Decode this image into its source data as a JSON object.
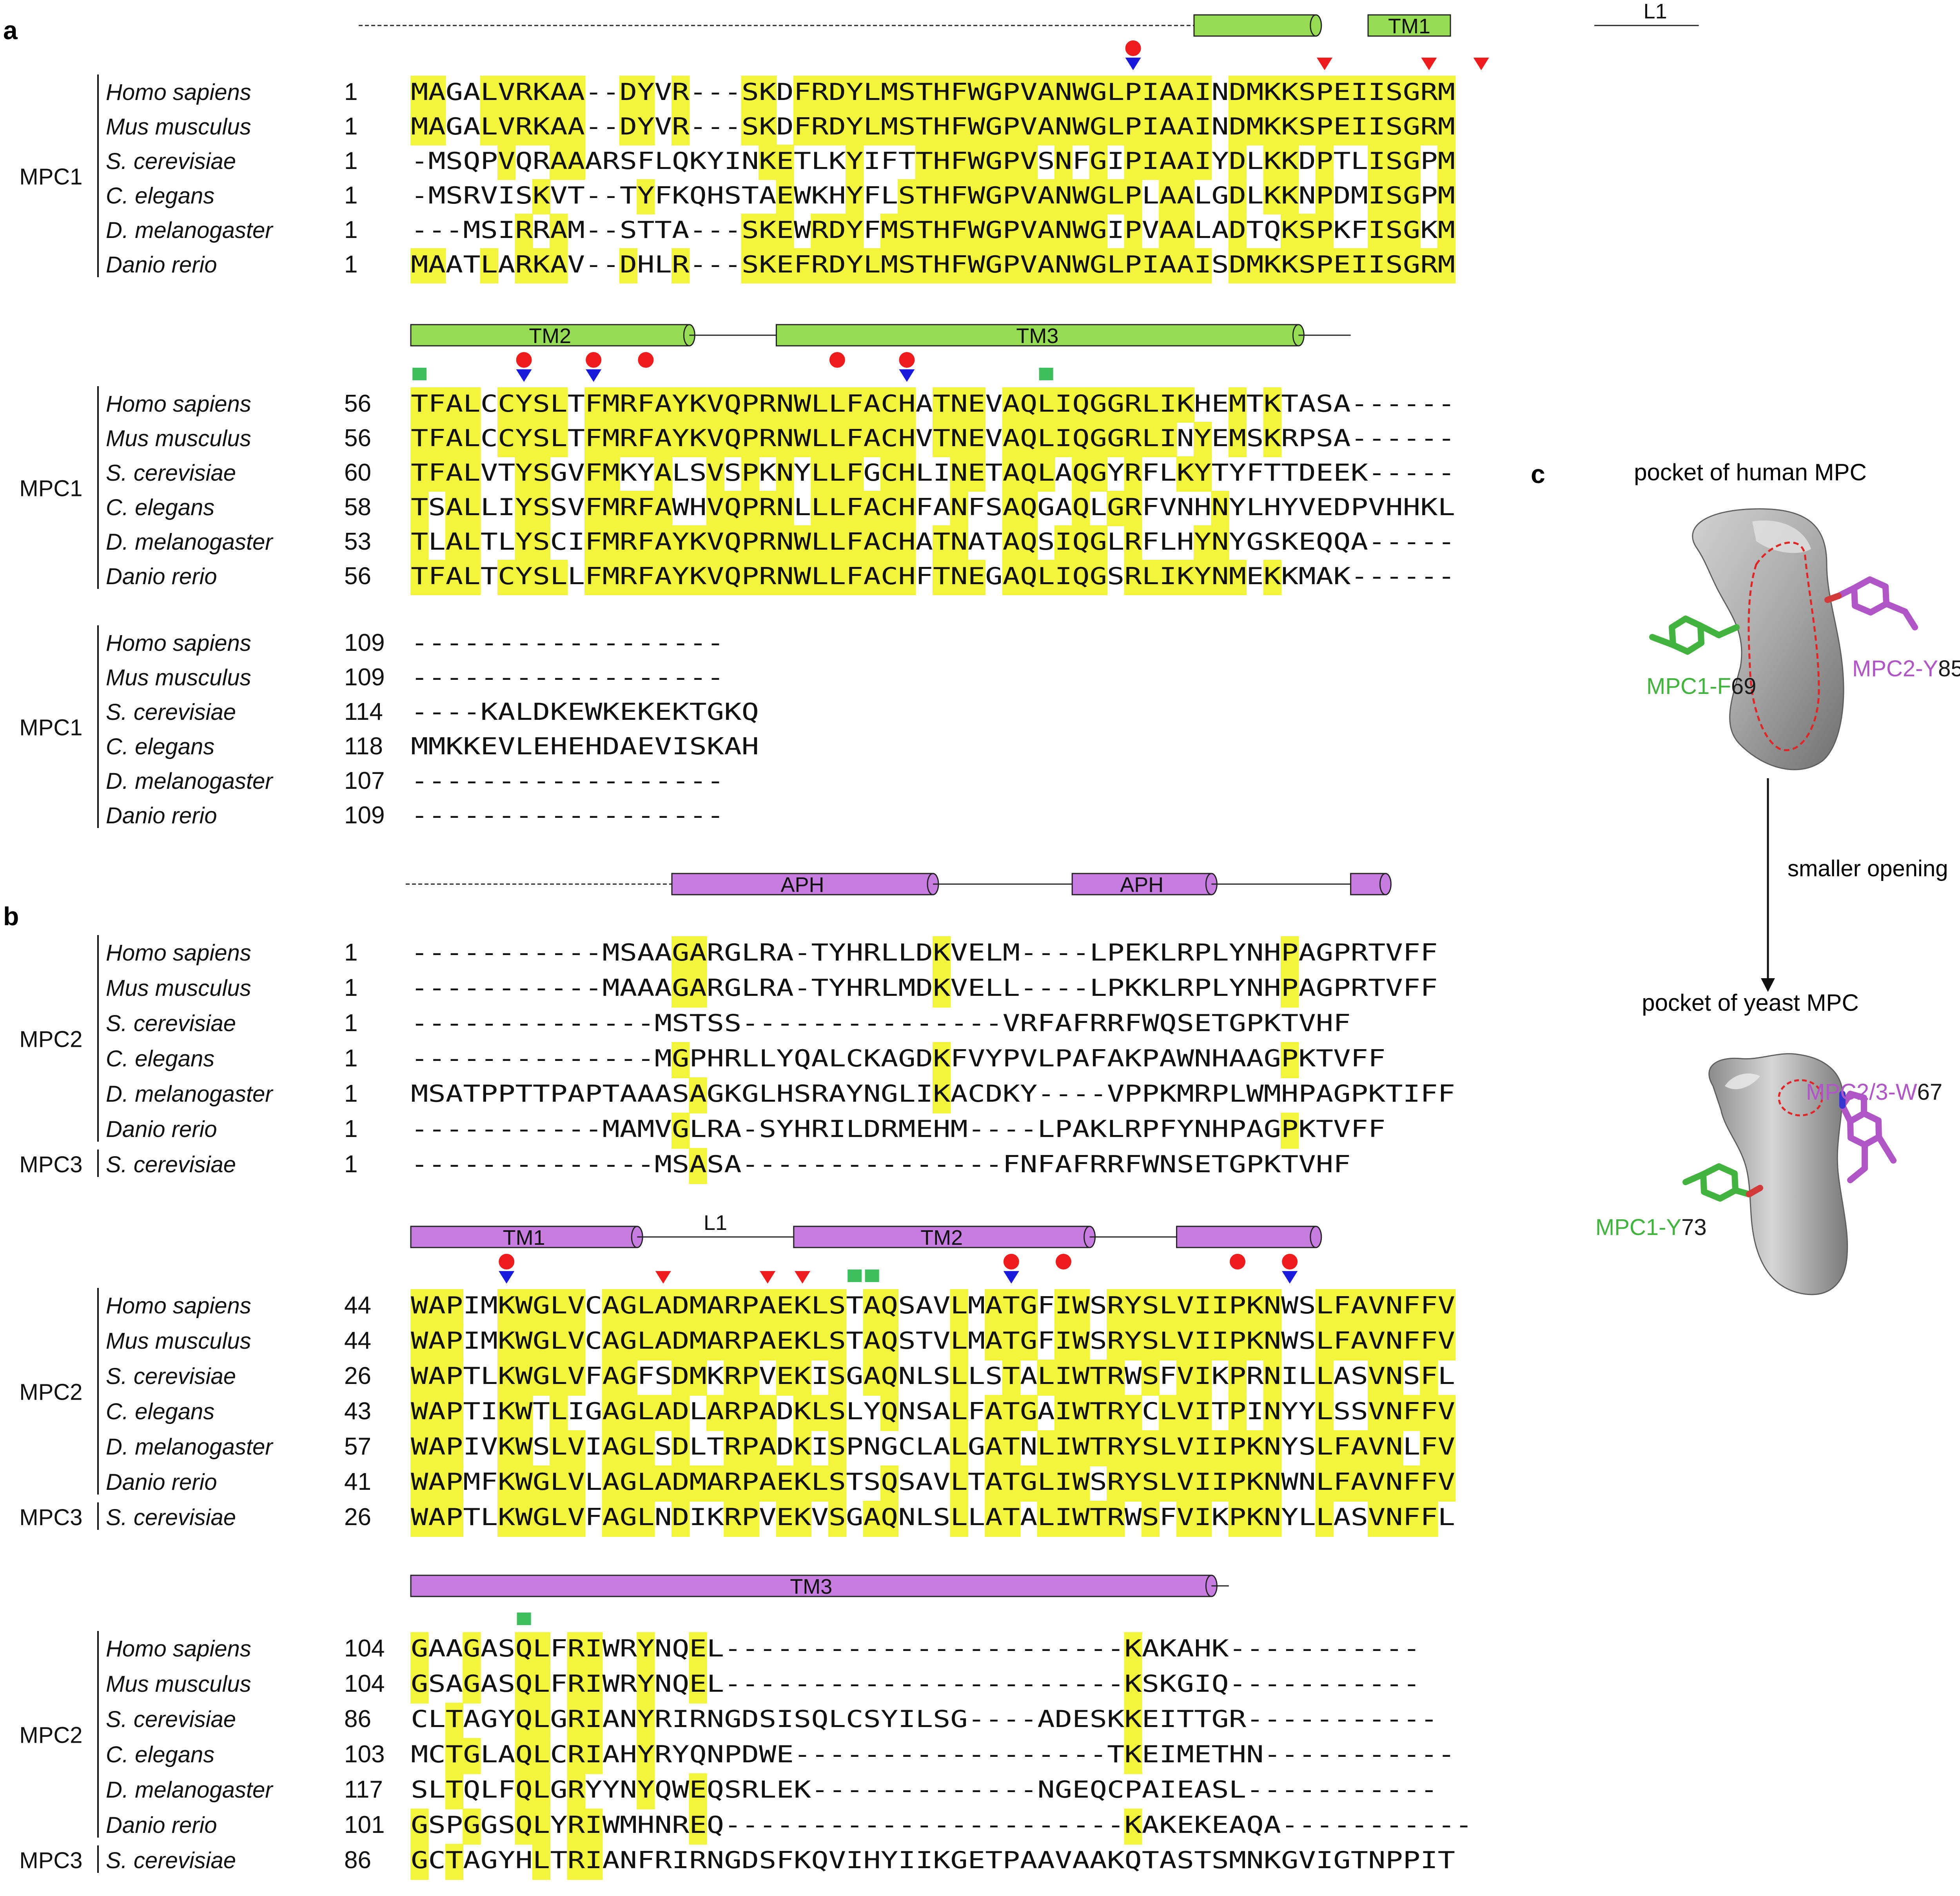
{
  "colors": {
    "highlight": "#f2f53c",
    "mpc1_helix": "#97dc55",
    "mpc2_helix": "#c77ce0",
    "red_mark": "#ee1c1c",
    "blue_mark": "#1a1adc",
    "green_mark": "#3fbf5c",
    "mpc1_residue": "#43b33f",
    "mpc2_residue": "#b055c6"
  },
  "panels": [
    {
      "label": "a",
      "blocks": [
        {
          "protein": "MPC1",
          "annotation": {
            "dashed_lead": true,
            "elements": [
              {
                "kind": "helix",
                "label": "",
                "start": 45,
                "end": 52
              },
              {
                "kind": "helix",
                "label": "TM1",
                "start": 55,
                "end": 68
              },
              {
                "kind": "line",
                "start": 68,
                "end": 74
              },
              {
                "kind": "label",
                "label": "L1",
                "pos": 71.5
              },
              {
                "kind": "helix",
                "label": "",
                "start": 74,
                "end": 76
              }
            ]
          },
          "markers": [
            {
              "col": 41,
              "type": "circle-red"
            },
            {
              "col": 41,
              "type": "tri-blue"
            },
            {
              "col": 52,
              "type": "tri-red"
            },
            {
              "col": 58,
              "type": "tri-red"
            },
            {
              "col": 61,
              "type": "tri-red"
            }
          ],
          "rows": [
            {
              "species": "Homo sapiens",
              "start": "1",
              "seq": "MAGALVRKAA--DYVR---SKDFRDYLMSTHFWGPVANWGLPIAAINDMKKSPEIISGRM"
            },
            {
              "species": "Mus musculus",
              "start": "1",
              "seq": "MAGALVRKAA--DYVR---SKDFRDYLMSTHFWGPVANWGLPIAAINDMKKSPEIISGRM"
            },
            {
              "species": "S. cerevisiae",
              "start": "1",
              "seq": "-MSQPVQRAAARSFLQKYINKETLKYIFTTHFWGPVSNFGIPIAAIYDLKKDPTLISGPM"
            },
            {
              "species": "C. elegans",
              "start": "1",
              "seq": "-MSRVISKVT--TYFKQHSTAEWKHYFLSTHFWGPVANWGLPLAALGDLKKNPDMISGPM"
            },
            {
              "species": "D. melanogaster",
              "start": "1",
              "seq": "---MSIRRAM--STTA---SKEWRDYFMSTHFWGPVANWGIPVAALADTQKSPKFISGKM"
            },
            {
              "species": "Danio rerio",
              "start": "1",
              "seq": "MAATLARKAV--DHLR---SKEFRDYLMSTHFWGPVANWGLPIAAISDMKKSPEIISGRM"
            }
          ]
        },
        {
          "protein": "MPC1",
          "annotation": {
            "dashed_lead": false,
            "elements": [
              {
                "kind": "helix",
                "label": "TM2",
                "start": 0,
                "end": 16
              },
              {
                "kind": "line",
                "start": 16,
                "end": 21
              },
              {
                "kind": "helix",
                "label": "TM3",
                "start": 21,
                "end": 51
              },
              {
                "kind": "line",
                "start": 51,
                "end": 54
              }
            ]
          },
          "markers": [
            {
              "col": 0,
              "type": "square-green"
            },
            {
              "col": 6,
              "type": "circle-red"
            },
            {
              "col": 6,
              "type": "tri-blue"
            },
            {
              "col": 10,
              "type": "circle-red"
            },
            {
              "col": 10,
              "type": "tri-blue"
            },
            {
              "col": 13,
              "type": "circle-red"
            },
            {
              "col": 24,
              "type": "circle-red"
            },
            {
              "col": 28,
              "type": "circle-red"
            },
            {
              "col": 28,
              "type": "tri-blue"
            },
            {
              "col": 36,
              "type": "square-green"
            }
          ],
          "rows": [
            {
              "species": "Homo sapiens",
              "start": "56",
              "seq": "TFALCCYSLTFMRFAYKVQPRNWLLFACHATNEVAQLIQGGRLIKHEMTKTASA------"
            },
            {
              "species": "Mus musculus",
              "start": "56",
              "seq": "TFALCCYSLTFMRFAYKVQPRNWLLFACHVTNEVAQLIQGGRLINYEMSKRPSA------"
            },
            {
              "species": "S. cerevisiae",
              "start": "60",
              "seq": "TFALVTYSGVFMKYALSVSPKNYLLFGCHLINETAQLAQGYRFLKYTYFTTDEEK-----"
            },
            {
              "species": "C. elegans",
              "start": "58",
              "seq": "TSALLIYSSVFMRFAWHVQPRNLLLFACHFANFSAQGAQLGRFVNHNYLHYVEDPVHHKL"
            },
            {
              "species": "D. melanogaster",
              "start": "53",
              "seq": "TLALTLYSCIFMRFAYKVQPRNWLLFACHATNATAQSIQGLRFLHYNYGSKEQQA-----"
            },
            {
              "species": "Danio rerio",
              "start": "56",
              "seq": "TFALTCYSLLFMRFAYKVQPRNWLLFACHFTNEGAQLIQGSRLIKYNMEKKMAK------"
            }
          ]
        },
        {
          "protein": "MPC1",
          "annotation": null,
          "markers": [],
          "rows": [
            {
              "species": "Homo sapiens",
              "start": "109",
              "seq": "------------------"
            },
            {
              "species": "Mus musculus",
              "start": "109",
              "seq": "------------------"
            },
            {
              "species": "S. cerevisiae",
              "start": "114",
              "seq": "----KALDKEWKEKEKTGKQ"
            },
            {
              "species": "C. elegans",
              "start": "118",
              "seq": "MMKKEVLEHEHDAEVISKAH"
            },
            {
              "species": "D. melanogaster",
              "start": "107",
              "seq": "------------------"
            },
            {
              "species": "Danio rerio",
              "start": "109",
              "seq": "------------------"
            }
          ]
        }
      ]
    },
    {
      "label": "b",
      "blocks": [
        {
          "protein": "MPC2",
          "protein2": "MPC3",
          "annotation": {
            "dashed_lead": true,
            "elements": [
              {
                "kind": "helix",
                "label": "APH",
                "start": 15,
                "end": 30
              },
              {
                "kind": "line",
                "start": 30,
                "end": 38
              },
              {
                "kind": "helix",
                "label": "APH",
                "start": 38,
                "end": 46
              },
              {
                "kind": "line",
                "start": 46,
                "end": 54
              },
              {
                "kind": "helix",
                "label": "",
                "start": 54,
                "end": 56
              }
            ]
          },
          "markers": [],
          "rows": [
            {
              "species": "Homo sapiens",
              "start": "1",
              "seq": "-----------MSAAGARGLRA-TYHRLLDKVELM----LPEKLRPLYNHPAGPRTVFF"
            },
            {
              "species": "Mus musculus",
              "start": "1",
              "seq": "-----------MAAAGARGLRA-TYHRLMDKVELL----LPKKLRPLYNHPAGPRTVFF"
            },
            {
              "species": "S. cerevisiae",
              "start": "1",
              "seq": "--------------MSTSS---------------VRFAFRRFWQSETGPKTVHF"
            },
            {
              "species": "C. elegans",
              "start": "1",
              "seq": "--------------MGPHRLLYQALCKAGDKFVYPVLPAFAKPAWNHAAGPKTVFF"
            },
            {
              "species": "D. melanogaster",
              "start": "1",
              "seq": "MSATPPTTPAPTAAASAGKGLHSRAYNGLIKACDKY----VPPKMRPLWMHPAGPKTIFF"
            },
            {
              "species": "Danio rerio",
              "start": "1",
              "seq": "-----------MAMVGLRA-SYHRILDRMEHM----LPAKLRPFYNHPAGPKTVFF"
            },
            {
              "species": "S. cerevisiae",
              "start": "1",
              "seq": "--------------MSASA---------------FNFAFRRFWNSETGPKTVHF",
              "group": 2
            }
          ]
        },
        {
          "protein": "MPC2",
          "protein2": "MPC3",
          "annotation": {
            "dashed_lead": false,
            "elements": [
              {
                "kind": "helix",
                "label": "TM1",
                "start": 0,
                "end": 13
              },
              {
                "kind": "line",
                "start": 13,
                "end": 22
              },
              {
                "kind": "label",
                "label": "L1",
                "pos": 17.5
              },
              {
                "kind": "helix",
                "label": "TM2",
                "start": 22,
                "end": 39
              },
              {
                "kind": "line",
                "start": 39,
                "end": 44
              },
              {
                "kind": "helix",
                "label": "",
                "start": 44,
                "end": 52
              }
            ]
          },
          "markers": [
            {
              "col": 5,
              "type": "circle-red"
            },
            {
              "col": 5,
              "type": "tri-blue"
            },
            {
              "col": 14,
              "type": "tri-red"
            },
            {
              "col": 20,
              "type": "tri-red"
            },
            {
              "col": 22,
              "type": "tri-red"
            },
            {
              "col": 25,
              "type": "square-green"
            },
            {
              "col": 26,
              "type": "square-green"
            },
            {
              "col": 34,
              "type": "circle-red"
            },
            {
              "col": 34,
              "type": "tri-blue"
            },
            {
              "col": 37,
              "type": "circle-red"
            },
            {
              "col": 47,
              "type": "circle-red"
            },
            {
              "col": 50,
              "type": "circle-red"
            },
            {
              "col": 50,
              "type": "tri-blue"
            }
          ],
          "rows": [
            {
              "species": "Homo sapiens",
              "start": "44",
              "seq": "WAPIMKWGLVCAGLADMARPAEKLSTAQSAVLMATGFIWSRYSLVIIPKNWSLFAVNFFV"
            },
            {
              "species": "Mus musculus",
              "start": "44",
              "seq": "WAPIMKWGLVCAGLADMARPAEKLSTAQSTVLMATGFIWSRYSLVIIPKNWSLFAVNFFV"
            },
            {
              "species": "S. cerevisiae",
              "start": "26",
              "seq": "WAPTLKWGLVFAGFSDMKRPVEKISGAQNLSLLSTALIWTRWSFVIKPRNILLASVNSFL"
            },
            {
              "species": "C. elegans",
              "start": "43",
              "seq": "WAPTIKWTLIGAGLADLARPADKLSLYQNSALFATGAIWTRYCLVITPINYYLSSVNFFV"
            },
            {
              "species": "D. melanogaster",
              "start": "57",
              "seq": "WAPIVKWSLVIAGLSDLTRPADKISPNGCLALGATNLIWTRYSLVIIPKNYSLFAVNLFV"
            },
            {
              "species": "Danio rerio",
              "start": "41",
              "seq": "WAPMFKWGLVLAGLADMARPAEKLSTSQSAVLTATGLIWSRYSLVIIPKNWNLFAVNFFV"
            },
            {
              "species": "S. cerevisiae",
              "start": "26",
              "seq": "WAPTLKWGLVFAGLNDIKRPVEKVSGAQNLSLLATALIWTRWSFVIKPKNYLLASVNFFL",
              "group": 2
            }
          ]
        },
        {
          "protein": "MPC2",
          "protein2": "MPC3",
          "annotation": {
            "dashed_lead": false,
            "elements": [
              {
                "kind": "helix",
                "label": "TM3",
                "start": 0,
                "end": 46
              },
              {
                "kind": "line",
                "start": 46,
                "end": 47
              }
            ]
          },
          "markers": [
            {
              "col": 6,
              "type": "square-green"
            }
          ],
          "rows": [
            {
              "species": "Homo sapiens",
              "start": "104",
              "seq": "GAAGASQLFRIWRYNQEL-----------------------KAKAHK-----------"
            },
            {
              "species": "Mus musculus",
              "start": "104",
              "seq": "GSAGASQLFRIWRYNQEL-----------------------KSKGIQ-----------"
            },
            {
              "species": "S. cerevisiae",
              "start": "86",
              "seq": "CLTAGYQLGRIANYRIRNGDSISQLCSYILSG----ADESKKEITTGR-----------"
            },
            {
              "species": "C. elegans",
              "start": "103",
              "seq": "MCTGLAQLCRIAHYRYQNPDWE------------------TKEIMETHN-----------"
            },
            {
              "species": "D. melanogaster",
              "start": "117",
              "seq": "SLTQLFQLGRYYNYQWEQSRLEK-------------NGEQCPAIEASL-----------"
            },
            {
              "species": "Danio rerio",
              "start": "101",
              "seq": "GSPGGSQLYRIWMHNREQ-----------------------KAKEKEAQA-----------"
            },
            {
              "species": "S. cerevisiae",
              "start": "86",
              "seq": "GCTAGYHLTRIANFRIRNGDSFKQVIHYIIKGETPAAVAAKQTASTSMNKGVIGTNPPIT",
              "group": 2
            }
          ]
        }
      ]
    }
  ],
  "panel_c": {
    "label": "c",
    "human_title": "pocket of human MPC",
    "human_left_res_name": "MPC1-F",
    "human_left_res_num": "69",
    "human_right_res_name": "MPC2-Y",
    "human_right_res_num": "85",
    "arrow_label": "smaller opening",
    "yeast_title": "pocket of yeast MPC",
    "yeast_left_res_name": "MPC1-Y",
    "yeast_left_res_num": "73",
    "yeast_right_res_name": "MPC2/3-W",
    "yeast_right_res_num": "67"
  }
}
